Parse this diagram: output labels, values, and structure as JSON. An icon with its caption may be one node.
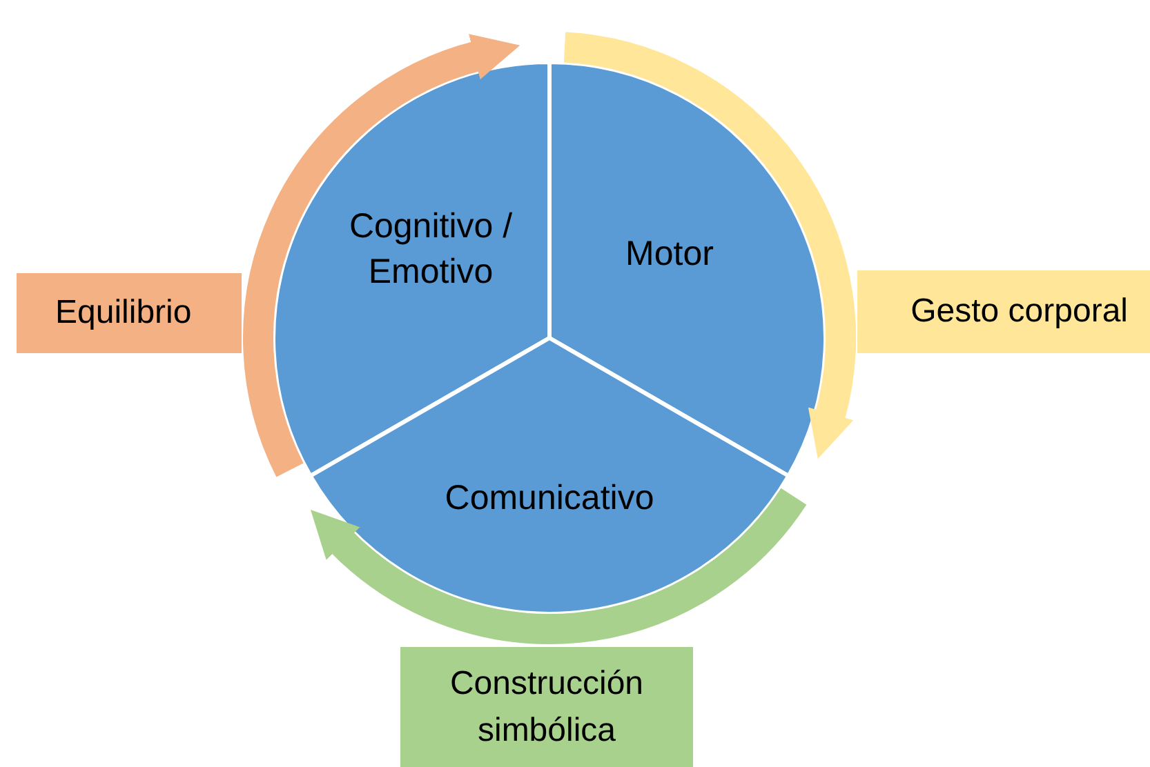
{
  "diagram": {
    "nodes": [
      {
        "text": [
          "Cognitivo / Emotivo"
        ]
      },
      {
        "text": [
          "Motor"
        ]
      },
      {
        "text": [
          "Comunicativo"
        ]
      },
      {
        "text": [
          "Equilibrio"
        ]
      },
      {
        "text": [
          "Gesto corporal"
        ]
      },
      {
        "text": [
          "Construcción simbólica"
        ]
      }
    ],
    "edges": [
      {
        "from": 0,
        "to": 1,
        "arrow": "to",
        "color": "#f4b183"
      },
      {
        "from": 1,
        "to": 2,
        "arrow": "to",
        "color": "#ffe699"
      },
      {
        "from": 2,
        "to": 0,
        "arrow": "to",
        "color": "#a9d18e"
      }
    ]
  }
}
